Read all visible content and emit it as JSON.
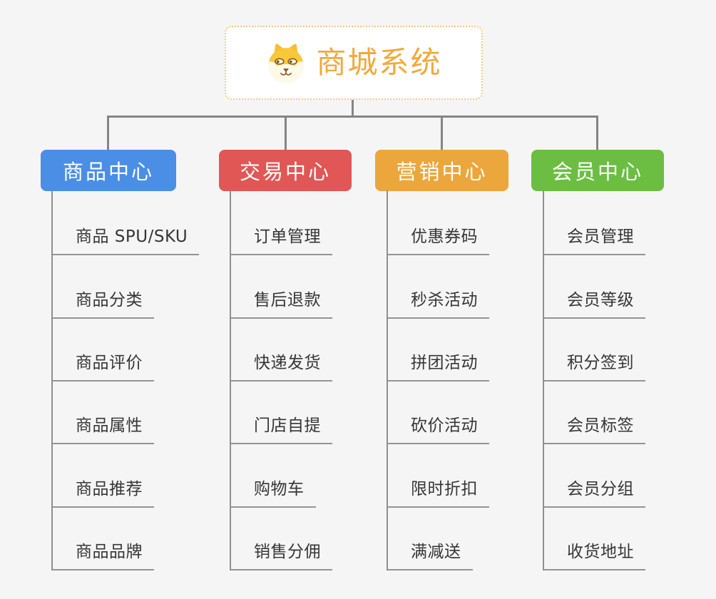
{
  "root": {
    "title": "商城系统",
    "icon": "shiba-dog-icon"
  },
  "branches": [
    {
      "label": "商品中心",
      "color": "#4A8EE6",
      "children": [
        "商品 SPU/SKU",
        "商品分类",
        "商品评价",
        "商品属性",
        "商品推荐",
        "商品品牌"
      ]
    },
    {
      "label": "交易中心",
      "color": "#E05756",
      "children": [
        "订单管理",
        "售后退款",
        "快递发货",
        "门店自提",
        "购物车",
        "销售分佣"
      ]
    },
    {
      "label": "营销中心",
      "color": "#EBA63C",
      "children": [
        "优惠券码",
        "秒杀活动",
        "拼团活动",
        "砍价活动",
        "限时折扣",
        "满减送"
      ]
    },
    {
      "label": "会员中心",
      "color": "#6BBE41",
      "children": [
        "会员管理",
        "会员等级",
        "积分签到",
        "会员标签",
        "会员分组",
        "收货地址"
      ]
    }
  ],
  "colors": {
    "background": "#F5F5F6",
    "connector_line": "#858585",
    "child_underline": "#949494",
    "child_text": "#363636",
    "root_text": "#F1A93E",
    "root_border_dotted": "#F6C87F",
    "root_background": "#FFFFFF"
  }
}
